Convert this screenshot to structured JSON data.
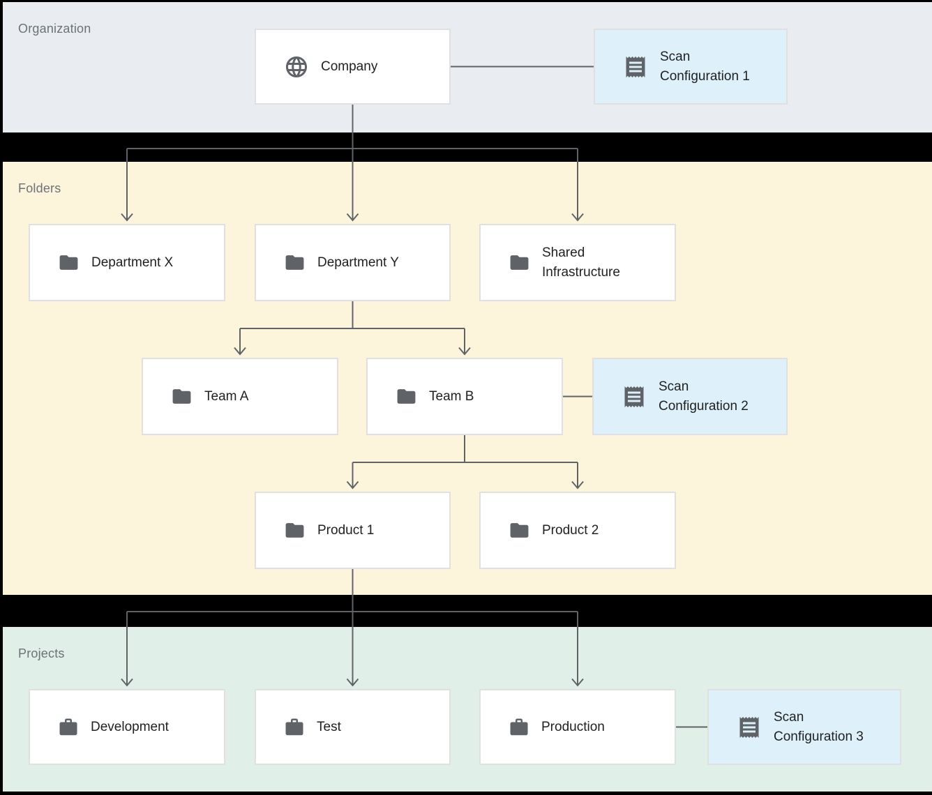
{
  "sections": {
    "organization": {
      "label": "Organization"
    },
    "folders": {
      "label": "Folders"
    },
    "projects": {
      "label": "Projects"
    }
  },
  "nodes": {
    "company": {
      "label": "Company",
      "icon": "globe-icon"
    },
    "scan_config_1": {
      "label": "Scan\nConfiguration 1",
      "icon": "receipt-icon"
    },
    "department_x": {
      "label": "Department X",
      "icon": "folder-icon"
    },
    "department_y": {
      "label": "Department Y",
      "icon": "folder-icon"
    },
    "shared_infrastructure": {
      "label": "Shared\nInfrastructure",
      "icon": "folder-icon"
    },
    "team_a": {
      "label": "Team A",
      "icon": "folder-icon"
    },
    "team_b": {
      "label": "Team B",
      "icon": "folder-icon"
    },
    "scan_config_2": {
      "label": "Scan\nConfiguration 2",
      "icon": "receipt-icon"
    },
    "product_1": {
      "label": "Product 1",
      "icon": "folder-icon"
    },
    "product_2": {
      "label": "Product 2",
      "icon": "folder-icon"
    },
    "development": {
      "label": "Development",
      "icon": "briefcase-icon"
    },
    "test": {
      "label": "Test",
      "icon": "briefcase-icon"
    },
    "production": {
      "label": "Production",
      "icon": "briefcase-icon"
    },
    "scan_config_3": {
      "label": "Scan\nConfiguration 3",
      "icon": "receipt-icon"
    }
  },
  "colors": {
    "organization_bg": "#e9edf1",
    "folders_bg": "#fcf5dc",
    "projects_bg": "#e0efe7",
    "scan_config_bg": "#def1fa",
    "node_bg": "#ffffff",
    "node_border": "#e0e0e0",
    "connector": "#5f6368",
    "icon": "#5f6368",
    "node_text": "#212121",
    "section_label": "#6d7276",
    "canvas_bg": "#000000"
  }
}
